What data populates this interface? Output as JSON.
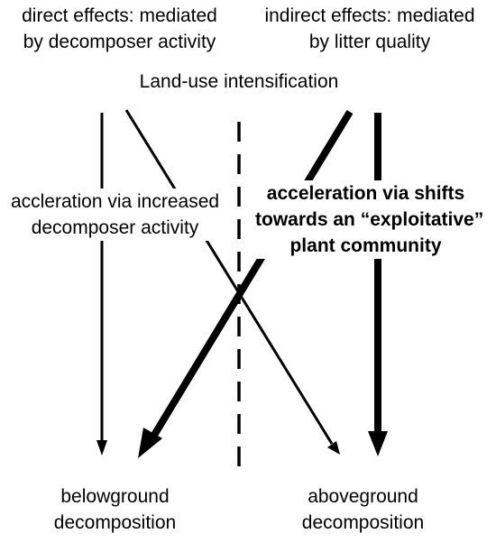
{
  "headers": {
    "direct": [
      "direct effects: mediated",
      "by decomposer activity"
    ],
    "indirect": [
      "indirect effects: mediated",
      "by litter quality"
    ]
  },
  "driver": "Land-use intensification",
  "pathways": {
    "direct": [
      "accleration via increased",
      "decomposer activity"
    ],
    "indirect": [
      "acceleration via shifts",
      "towards an “exploitative”",
      "plant community"
    ]
  },
  "outcomes": {
    "belowground": [
      "belowground",
      "decomposition"
    ],
    "aboveground": [
      "aboveground",
      "decomposition"
    ]
  },
  "arrows": [
    {
      "name": "direct-to-belowground-arrow",
      "style": "thin"
    },
    {
      "name": "direct-to-aboveground-arrow",
      "style": "thin"
    },
    {
      "name": "indirect-to-belowground-arrow",
      "style": "thick"
    },
    {
      "name": "indirect-to-aboveground-arrow",
      "style": "thick"
    }
  ],
  "colors": {
    "ink": "#000000",
    "background": "#ffffff"
  }
}
